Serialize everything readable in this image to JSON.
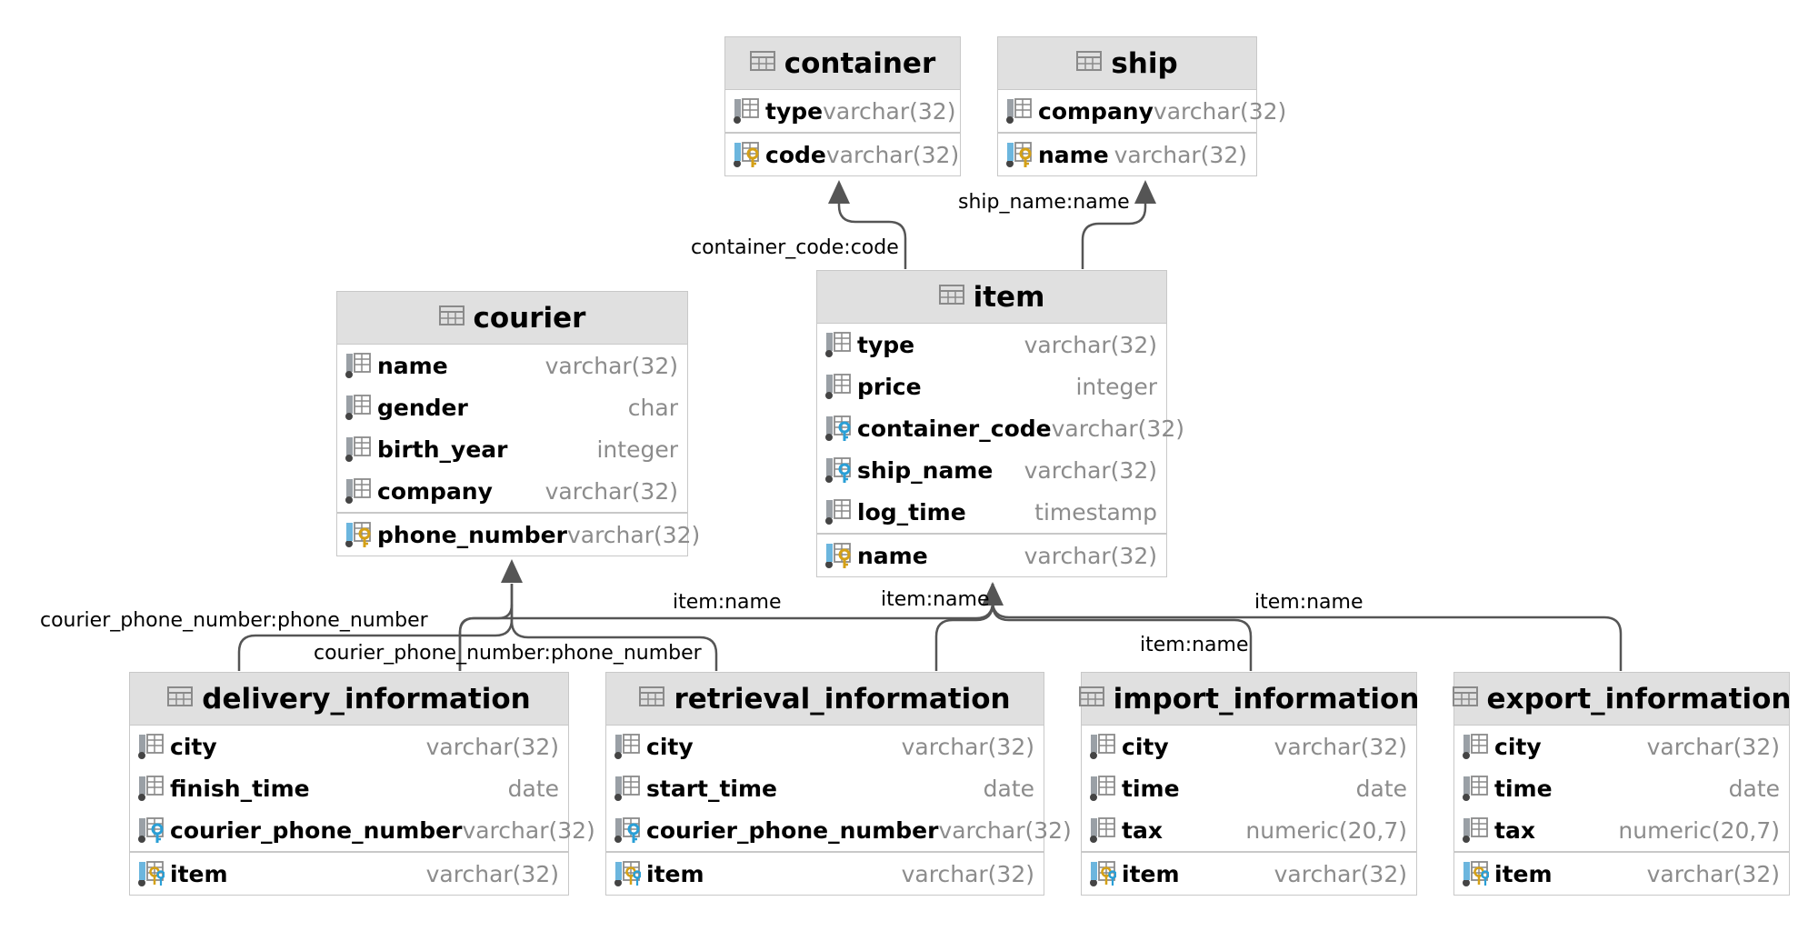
{
  "tables": [
    {
      "title": "container",
      "columns": [
        {
          "name": "type",
          "type": "varchar(32)",
          "icon": "column-icon"
        }
      ],
      "primary": [
        {
          "name": "code",
          "type": "varchar(32)",
          "icon": "primary-key-icon"
        }
      ]
    },
    {
      "title": "ship",
      "columns": [
        {
          "name": "company",
          "type": "varchar(32)",
          "icon": "column-icon"
        }
      ],
      "primary": [
        {
          "name": "name",
          "type": "varchar(32)",
          "icon": "primary-key-icon"
        }
      ]
    },
    {
      "title": "courier",
      "columns": [
        {
          "name": "name",
          "type": "varchar(32)",
          "icon": "column-icon"
        },
        {
          "name": "gender",
          "type": "char",
          "icon": "column-icon"
        },
        {
          "name": "birth_year",
          "type": "integer",
          "icon": "column-icon"
        },
        {
          "name": "company",
          "type": "varchar(32)",
          "icon": "column-icon"
        }
      ],
      "primary": [
        {
          "name": "phone_number",
          "type": "varchar(32)",
          "icon": "primary-key-icon"
        }
      ]
    },
    {
      "title": "item",
      "columns": [
        {
          "name": "type",
          "type": "varchar(32)",
          "icon": "column-icon"
        },
        {
          "name": "price",
          "type": "integer",
          "icon": "column-icon"
        },
        {
          "name": "container_code",
          "type": "varchar(32)",
          "icon": "foreign-key-icon"
        },
        {
          "name": "ship_name",
          "type": "varchar(32)",
          "icon": "foreign-key-icon"
        },
        {
          "name": "log_time",
          "type": "timestamp",
          "icon": "column-icon"
        }
      ],
      "primary": [
        {
          "name": "name",
          "type": "varchar(32)",
          "icon": "primary-key-icon"
        }
      ]
    },
    {
      "title": "delivery_information",
      "columns": [
        {
          "name": "city",
          "type": "varchar(32)",
          "icon": "column-icon"
        },
        {
          "name": "finish_time",
          "type": "date",
          "icon": "column-icon"
        },
        {
          "name": "courier_phone_number",
          "type": "varchar(32)",
          "icon": "foreign-key-icon"
        }
      ],
      "primary": [
        {
          "name": "item",
          "type": "varchar(32)",
          "icon": "primary-foreign-key-icon"
        }
      ]
    },
    {
      "title": "retrieval_information",
      "columns": [
        {
          "name": "city",
          "type": "varchar(32)",
          "icon": "column-icon"
        },
        {
          "name": "start_time",
          "type": "date",
          "icon": "column-icon"
        },
        {
          "name": "courier_phone_number",
          "type": "varchar(32)",
          "icon": "foreign-key-icon"
        }
      ],
      "primary": [
        {
          "name": "item",
          "type": "varchar(32)",
          "icon": "primary-foreign-key-icon"
        }
      ]
    },
    {
      "title": "import_information",
      "columns": [
        {
          "name": "city",
          "type": "varchar(32)",
          "icon": "column-icon"
        },
        {
          "name": "time",
          "type": "date",
          "icon": "column-icon"
        },
        {
          "name": "tax",
          "type": "numeric(20,7)",
          "icon": "column-icon"
        }
      ],
      "primary": [
        {
          "name": "item",
          "type": "varchar(32)",
          "icon": "primary-foreign-key-icon"
        }
      ]
    },
    {
      "title": "export_information",
      "columns": [
        {
          "name": "city",
          "type": "varchar(32)",
          "icon": "column-icon"
        },
        {
          "name": "time",
          "type": "date",
          "icon": "column-icon"
        },
        {
          "name": "tax",
          "type": "numeric(20,7)",
          "icon": "column-icon"
        }
      ],
      "primary": [
        {
          "name": "item",
          "type": "varchar(32)",
          "icon": "primary-foreign-key-icon"
        }
      ]
    }
  ],
  "relations": [
    {
      "label": "container_code:code",
      "from": "item",
      "to": "container"
    },
    {
      "label": "ship_name:name",
      "from": "item",
      "to": "ship"
    },
    {
      "label": "courier_phone_number:phone_number",
      "from": "delivery_information",
      "to": "courier"
    },
    {
      "label": "courier_phone_number:phone_number",
      "from": "retrieval_information",
      "to": "courier"
    },
    {
      "label": "item:name",
      "from": "delivery_information",
      "to": "item"
    },
    {
      "label": "item:name",
      "from": "retrieval_information",
      "to": "item"
    },
    {
      "label": "item:name",
      "from": "import_information",
      "to": "item"
    },
    {
      "label": "item:name",
      "from": "export_information",
      "to": "item"
    }
  ],
  "colors": {
    "header": "#e0e0e0",
    "border": "#c8c8c8",
    "line": "#555555",
    "type_text": "#8c8c8c",
    "key_gold": "#d4a017",
    "key_blue": "#2a9fd6"
  }
}
